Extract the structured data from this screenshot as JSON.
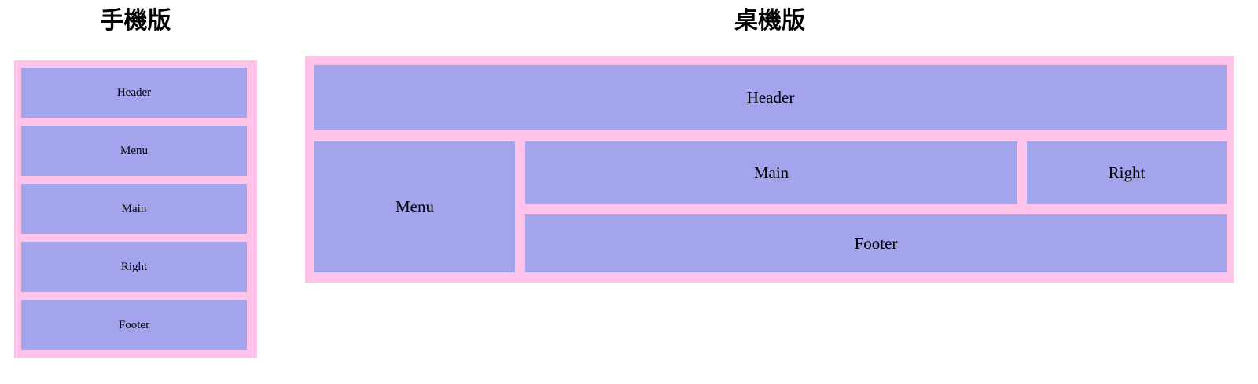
{
  "palette": {
    "frame_pink": "#ffc2e9",
    "cell_purple": "#a3a4ec",
    "page_background": "#ffffff",
    "text_color": "#000000"
  },
  "sections": [
    {
      "key": "mobile",
      "title": "手機版",
      "layout_type": "single-column-stack",
      "regions": [
        {
          "key": "header",
          "label": "Header"
        },
        {
          "key": "menu",
          "label": "Menu"
        },
        {
          "key": "main",
          "label": "Main"
        },
        {
          "key": "right",
          "label": "Right"
        },
        {
          "key": "footer",
          "label": "Footer"
        }
      ]
    },
    {
      "key": "desktop",
      "title": "桌機版",
      "layout_type": "header-sidebar-grid",
      "regions": [
        {
          "key": "header",
          "label": "Header"
        },
        {
          "key": "menu",
          "label": "Menu"
        },
        {
          "key": "main",
          "label": "Main"
        },
        {
          "key": "right",
          "label": "Right"
        },
        {
          "key": "footer",
          "label": "Footer"
        }
      ]
    }
  ]
}
